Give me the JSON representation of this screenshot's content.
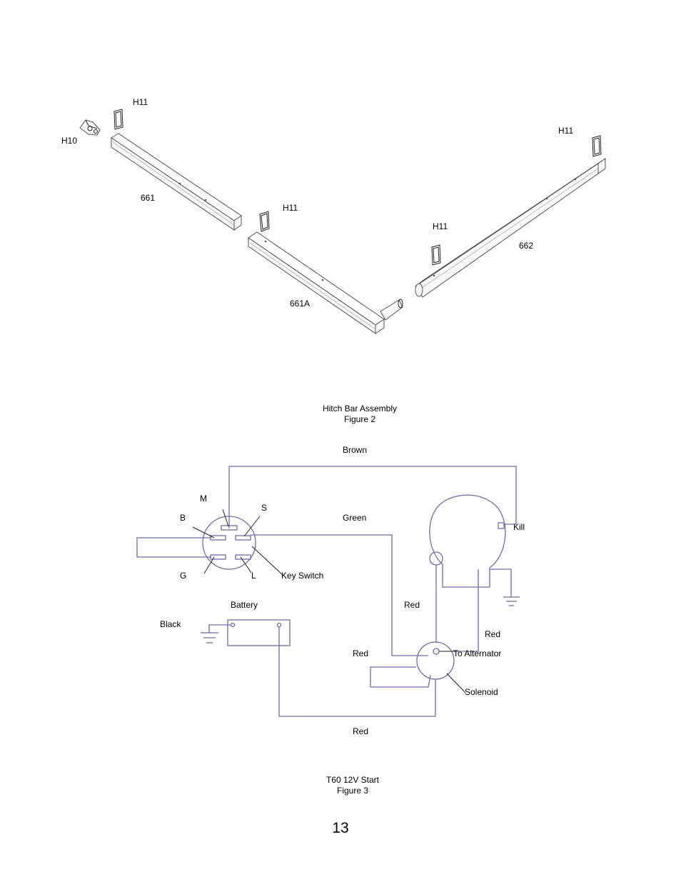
{
  "figure2": {
    "labels": {
      "h11_a": "H11",
      "h10": "H10",
      "p661": "661",
      "h11_b": "H11",
      "h11_c": "H11",
      "h11_d": "H11",
      "p662": "662",
      "p661a": "661A"
    },
    "caption_title": "Hitch Bar Assembly",
    "caption_number": "Figure 2"
  },
  "figure3": {
    "labels": {
      "brown": "Brown",
      "m": "M",
      "s": "S",
      "b": "B",
      "green": "Green",
      "kill": "Kill",
      "g": "G",
      "l": "L",
      "key_switch": "Key Switch",
      "battery": "Battery",
      "red_top": "Red",
      "black": "Black",
      "red_right": "Red",
      "red_left": "Red",
      "to_alternator": "To Alternator",
      "solenoid": "Solenoid",
      "red_bottom": "Red"
    },
    "caption_title": "T60 12V Start",
    "caption_number": "Figure 3",
    "wire_color": "#6e6ea8"
  },
  "page_number": "13"
}
